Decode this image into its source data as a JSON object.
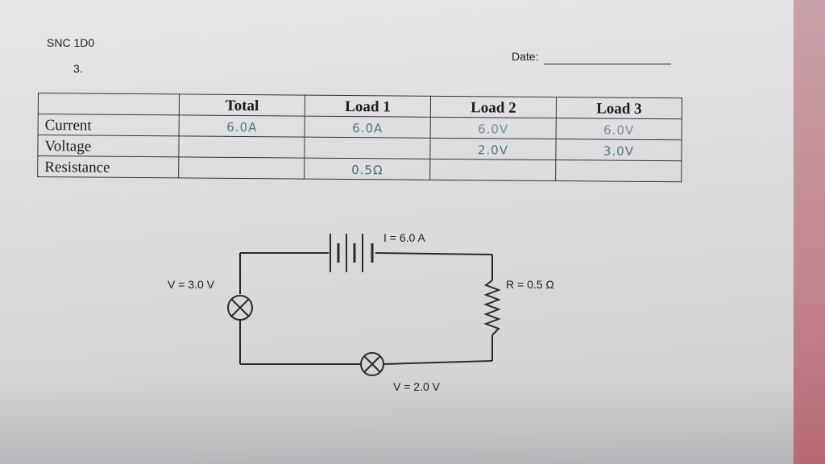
{
  "header": {
    "course": "SNC 1D0",
    "question": "3.",
    "date_label": "Date:"
  },
  "table": {
    "columns": [
      "Total",
      "Load 1",
      "Load 2",
      "Load 3"
    ],
    "rows": [
      {
        "label": "Current",
        "values": [
          "6.0A",
          "6.0A",
          "6.0V",
          "6.0V"
        ]
      },
      {
        "label": "Voltage",
        "values": [
          "",
          "",
          "2.0V",
          "3.0V"
        ]
      },
      {
        "label": "Resistance",
        "values": [
          "",
          "0.5Ω",
          "",
          ""
        ]
      }
    ],
    "handwriting_color": "#4d7a7e",
    "handwriting_color_light": "#6e9499"
  },
  "circuit": {
    "total_current_label": "I = 6.0 A",
    "v3_label": "V = 3.0 V",
    "r1_label": "R = 0.5 Ω",
    "v2_label": "V = 2.0 V"
  }
}
